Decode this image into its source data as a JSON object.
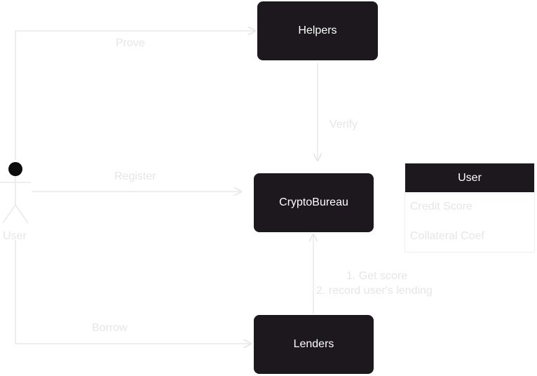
{
  "nodes": {
    "helpers": "Helpers",
    "cryptobureau": "CryptoBureau",
    "lenders": "Lenders"
  },
  "actor": {
    "label": "User"
  },
  "edges": {
    "prove": "Prove",
    "verify": "Verify",
    "register": "Register",
    "get_score": "1. Get score",
    "record_lending": "2. record user's lending",
    "borrow": "Borrow"
  },
  "entity": {
    "title": "User",
    "fields": [
      "Credit Score",
      "Collateral Coef"
    ]
  },
  "colors": {
    "node_fill": "#1c181d",
    "node_text": "#ffffff",
    "line": "#e8e8e8",
    "label": "#e6e6e6"
  }
}
